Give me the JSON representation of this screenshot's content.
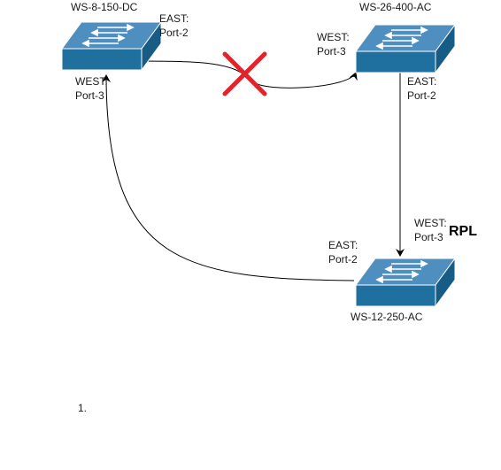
{
  "switches": [
    {
      "id": "sw1",
      "name": "WS-8-150-DC",
      "east": {
        "label": "EAST:",
        "port": "Port-2"
      },
      "west": {
        "label": "WEST:",
        "port": "Port-3"
      }
    },
    {
      "id": "sw2",
      "name": "WS-26-400-AC",
      "west": {
        "label": "WEST:",
        "port": "Port-3"
      },
      "east": {
        "label": "EAST:",
        "port": "Port-2"
      }
    },
    {
      "id": "sw3",
      "name": "WS-12-250-AC",
      "west": {
        "label": "WEST:",
        "port": "Port-3"
      },
      "east": {
        "label": "EAST:",
        "port": "Port-2"
      }
    }
  ],
  "rpl_label": "RPL",
  "footnote": "1.",
  "colors": {
    "switch_top": "#4f8fbf",
    "switch_front": "#1f6f9f",
    "switch_side": "#175c85",
    "blocked_x": "#e0242b",
    "link": "#000000"
  }
}
